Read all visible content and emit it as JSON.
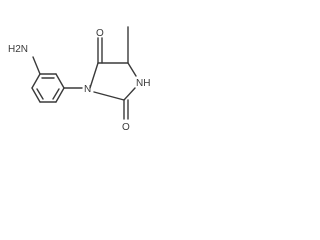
{
  "molecule": {
    "labels": {
      "amino": "H2N",
      "carbonyl_top": "O",
      "nh": "NH",
      "ring_n": "N",
      "carbonyl_bottom": "O"
    }
  }
}
